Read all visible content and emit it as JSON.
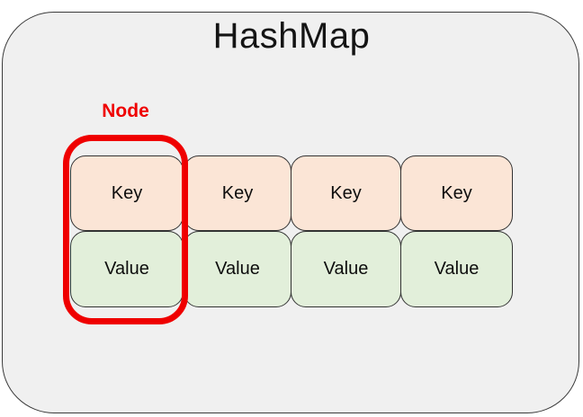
{
  "diagram": {
    "title": "HashMap",
    "node_annotation": "Node",
    "columns": [
      {
        "key": "Key",
        "value": "Value"
      },
      {
        "key": "Key",
        "value": "Value"
      },
      {
        "key": "Key",
        "value": "Value"
      },
      {
        "key": "Key",
        "value": "Value"
      }
    ],
    "colors": {
      "container_fill": "#f0f0f0",
      "container_border": "#3a3a3a",
      "key_fill": "#fbe5d6",
      "value_fill": "#e2efda",
      "cell_border": "#333333",
      "node_outline_red": "#ef0000",
      "title_text": "#141414"
    }
  }
}
